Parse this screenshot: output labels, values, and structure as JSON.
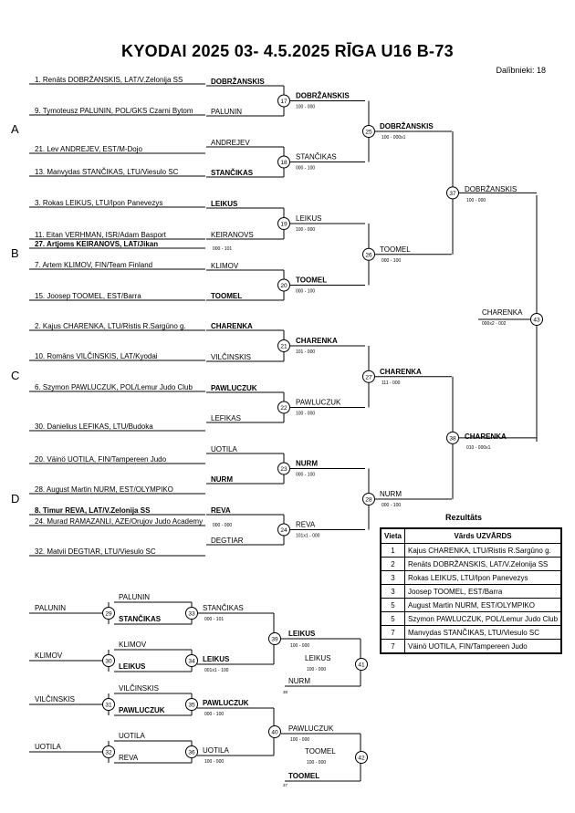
{
  "header": {
    "title": "KYODAI 2025 03-  4.5.2025  RĪGA   U16 B-73",
    "participants": "Dalībnieki: 18"
  },
  "pools": [
    "A",
    "B",
    "C",
    "D"
  ],
  "entries": [
    "1. Renāts DOBRŽANSKIS, LAT/V.Zelonija SS",
    "9. Tymoteusz PALUNIN, POL/GKS Czarni Bytom",
    "21. Lev ANDREJEV, EST/M-Dojo",
    "13. Manvydas STANČIKAS, LTU/Viesulo SC",
    "3. Rokas LEIKUS, LTU/Ipon Panevezys",
    "11. Eitan VERHMAN, ISR/Adam Basport",
    "27. Artjoms KEIRANOVS, LAT/Jikan",
    "7. Artem KLIMOV, FIN/Team Finland",
    "15. Joosep TOOMEL, EST/Barra",
    "2. Kajus CHARENKA, LTU/Ristis R.Sargūno g.",
    "10. Romāns VILČINSKIS, LAT/Kyodai",
    "6. Szymon PAWLUCZUK, POL/Lemur Judo Club",
    "30. Danielius LEFIKAS, LTU/Budoka",
    "20. Väinö UOTILA, FIN/Tampereen Judo",
    "28. August Martin NURM, EST/OLYMPIKO",
    "8. Timur REVA, LAT/V.Zelonija SS",
    "24. Murad RAMAZANLI, AZE/Orujov Judo Academy",
    "32. Matvii DEGTIAR, LTU/Viesulo SC"
  ],
  "round1": [
    "DOBRŽANSKIS",
    "PALUNIN",
    "ANDREJEV",
    "STANČIKAS",
    "LEIKUS",
    "KEIRANOVS",
    "KLIMOV",
    "TOOMEL",
    "CHARENKA",
    "VILČINSKIS",
    "PAWLUCZUK",
    "LEFIKAS",
    "UOTILA",
    "NURM",
    "REVA",
    "DEGTIAR"
  ],
  "round1_scores": [
    "000 - 101",
    "000 - 000"
  ],
  "round2": [
    "DOBRŽANSKIS",
    "STANČIKAS",
    "LEIKUS",
    "TOOMEL",
    "CHARENKA",
    "PAWLUCZUK",
    "NURM",
    "REVA"
  ],
  "round2_scores": [
    "100 - 000",
    "000 - 100",
    "100 - 000",
    "000 - 100",
    "101 - 000",
    "100 - 000",
    "000 - 100",
    "101x1 - 000"
  ],
  "round3": [
    "DOBRŽANSKIS",
    "TOOMEL",
    "CHARENKA",
    "NURM"
  ],
  "round3_scores": [
    "100 - 000x1",
    "000 - 100",
    "111 - 000",
    "000 - 100"
  ],
  "round4": [
    "DOBRŽANSKIS",
    "CHARENKA"
  ],
  "round4_scores": [
    "100 - 000",
    "010 - 000x1"
  ],
  "final": {
    "name": "CHARENKA",
    "score": "000x2 - 002"
  },
  "match_numbers": [
    "17",
    "18",
    "19",
    "20",
    "21",
    "22",
    "23",
    "24",
    "25",
    "26",
    "27",
    "28",
    "37",
    "38",
    "43",
    "29",
    "30",
    "31",
    "32",
    "33",
    "34",
    "35",
    "36",
    "39",
    "40",
    "41",
    "42"
  ],
  "repechage": {
    "top_r1": [
      "PALUNIN",
      "PALUNIN",
      "STANČIKAS",
      "KLIMOV",
      "KLIMOV",
      "LEIKUS"
    ],
    "top_r2": [
      "STANČIKAS",
      "LEIKUS"
    ],
    "top_r2_scores": [
      "000 - 101",
      "001x1 - 100"
    ],
    "top_r3": "LEIKUS",
    "top_r3_score": "100 - 000",
    "top_r3_opp": "NURM",
    "top_r3_opp_match": "38",
    "top_final": "LEIKUS",
    "top_final_score": "100 - 000",
    "bottom_r1": [
      "VILČINSKIS",
      "VILČINSKIS",
      "PAWLUCZUK",
      "UOTILA",
      "UOTILA",
      "REVA"
    ],
    "bottom_r2": [
      "PAWLUCZUK",
      "UOTILA"
    ],
    "bottom_r2_scores": [
      "000 - 100",
      "100 - 000"
    ],
    "bottom_r3": "PAWLUCZUK",
    "bottom_r3_score": "100 - 000",
    "bottom_r3_opp": "TOOMEL",
    "bottom_r3_opp_match": "37",
    "bottom_final": "TOOMEL",
    "bottom_final_score": "100 - 000"
  },
  "results": {
    "title": "Rezultāts",
    "headers": [
      "Vieta",
      "Vārds UZVĀRDS"
    ],
    "rows": [
      {
        "place": "1",
        "name": "Kajus CHARENKA, LTU/Ristis R.Sargūno g."
      },
      {
        "place": "2",
        "name": "Renāts DOBRŽANSKIS, LAT/V.Zelonija SS"
      },
      {
        "place": "3",
        "name": "Rokas LEIKUS, LTU/Ipon Panevezys"
      },
      {
        "place": "3",
        "name": "Joosep TOOMEL, EST/Barra"
      },
      {
        "place": "5",
        "name": "August Martin NURM, EST/OLYMPIKO"
      },
      {
        "place": "5",
        "name": "Szymon PAWLUCZUK, POL/Lemur Judo Club"
      },
      {
        "place": "7",
        "name": "Manvydas STANČIKAS, LTU/Viesulo SC"
      },
      {
        "place": "7",
        "name": "Väinö UOTILA, FIN/Tampereen Judo"
      }
    ]
  }
}
